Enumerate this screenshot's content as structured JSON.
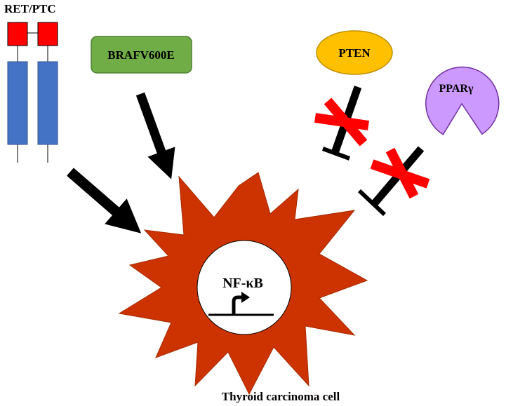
{
  "nodes": {
    "ret_ptc": {
      "label": "RET/PTC"
    },
    "braf": {
      "label": "BRAFV600E"
    },
    "pten": {
      "label": "PTEN"
    },
    "pparg": {
      "label": "PPARγ"
    },
    "nfkb": {
      "label": "NF-κB"
    },
    "cell": {
      "label": "Thyroid carcinoma cell"
    }
  },
  "colors": {
    "receptor_head": "#ff0000",
    "receptor_body": "#4472c4",
    "braf_fill": "#70ad47",
    "pten_fill": "#ffc000",
    "pparg_fill": "#cc99ff",
    "cell_fill": "#cc3300",
    "blocked_mark": "#ff0000",
    "arrow": "#000000"
  },
  "icons": {
    "promoter": "gene-promoter-arrow-icon",
    "blocked": "red-x-cross-icon"
  }
}
